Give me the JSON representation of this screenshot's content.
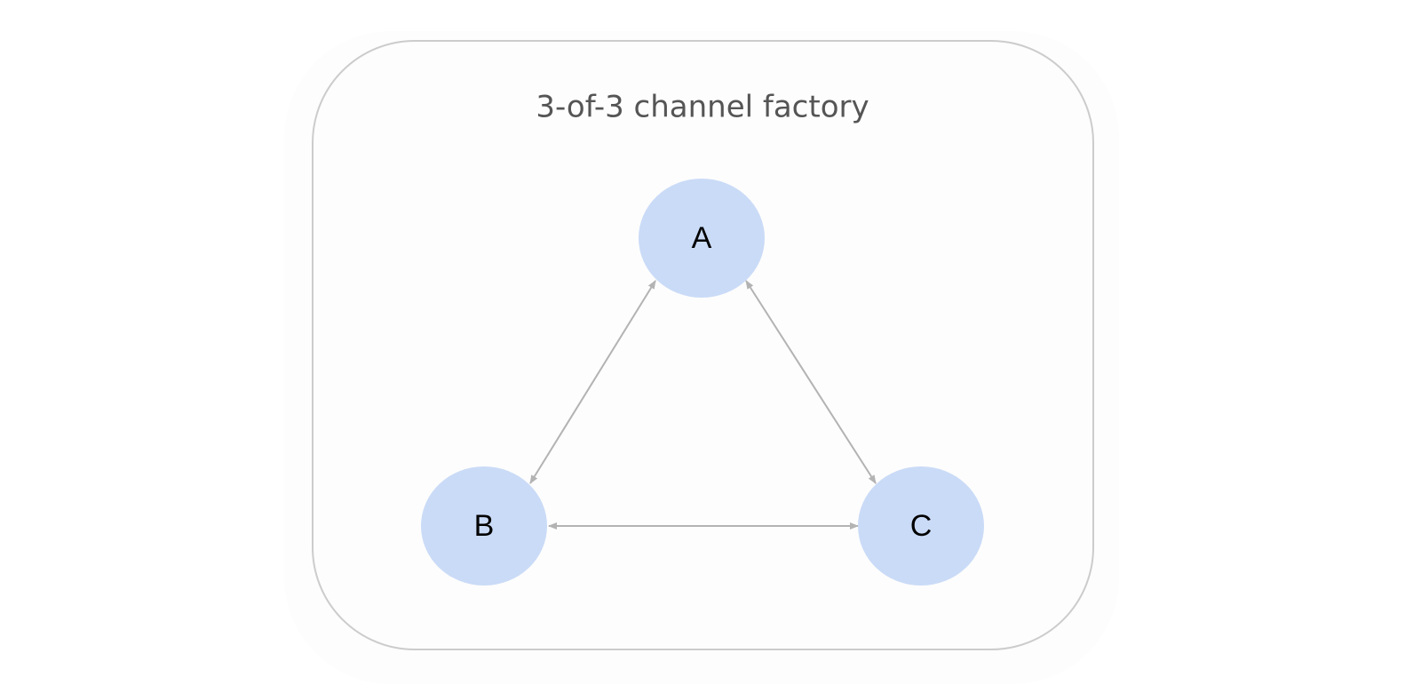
{
  "group": {
    "title": "3-of-3 channel factory"
  },
  "nodes": [
    {
      "id": "A",
      "label": "A"
    },
    {
      "id": "B",
      "label": "B"
    },
    {
      "id": "C",
      "label": "C"
    }
  ],
  "edges": [
    {
      "from": "A",
      "to": "B",
      "direction": "both"
    },
    {
      "from": "A",
      "to": "C",
      "direction": "both"
    },
    {
      "from": "B",
      "to": "C",
      "direction": "both"
    }
  ],
  "colors": {
    "node_fill": "#cadbf7",
    "edge": "#b3b3b3",
    "group_border": "#cccccc",
    "group_fill": "#fdfdfd",
    "title_text": "#555555"
  }
}
